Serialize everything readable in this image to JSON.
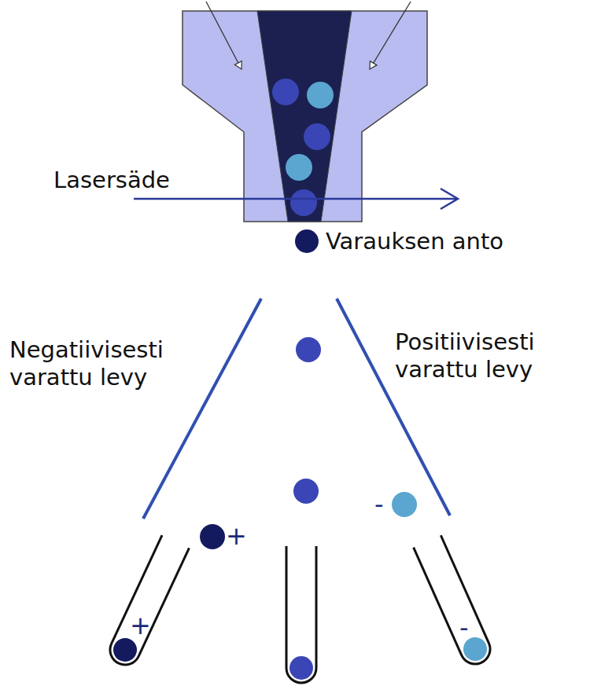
{
  "diagram": {
    "labels": [
      "Lasersäde",
      "Varauksen anto",
      "Negatiivisesti varattu levy",
      "Positiivisesti varattu levy",
      "+",
      "-",
      "+",
      "-"
    ]
  }
}
